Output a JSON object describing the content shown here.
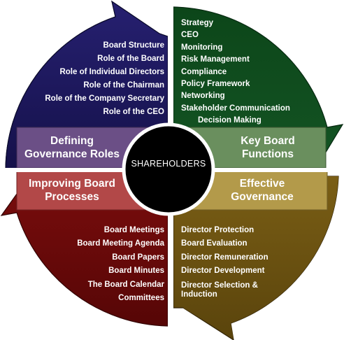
{
  "center": {
    "label": "SHAREHOLDERS"
  },
  "quadrants": {
    "top_left": {
      "band_label_line1": "Defining",
      "band_label_line2": "Governance Roles",
      "items": [
        "Board Structure",
        "Role of the Board",
        "Role of Individual Directors",
        "Role of the Chairman",
        "Role of the Company Secretary",
        "Role of the CEO"
      ],
      "color": "#1f1a5f",
      "band_color": "#6b4f86"
    },
    "top_right": {
      "band_label_line1": "Key Board",
      "band_label_line2": "Functions",
      "items": [
        "Strategy",
        "CEO",
        "Monitoring",
        "Risk Management",
        "Compliance",
        "Policy Framework",
        "Networking",
        "Stakeholder Communication",
        "Decision Making"
      ],
      "color": "#0f4a1f",
      "band_color": "#6a8f5e"
    },
    "bottom_left": {
      "band_label_line1": "Improving Board",
      "band_label_line2": "Processes",
      "items": [
        "Board Meetings",
        "Board Meeting Agenda",
        "Board Papers",
        "Board Minutes",
        "The Board Calendar",
        "Committees"
      ],
      "color": "#6a0a0a",
      "band_color": "#b24848"
    },
    "bottom_right": {
      "band_label_line1": "Effective",
      "band_label_line2": "Governance",
      "items": [
        "Director Protection",
        "Board Evaluation",
        "Director Remuneration",
        "Director Development",
        "Director Selection &",
        "Induction"
      ],
      "color": "#6a5210",
      "band_color": "#b39a4a"
    }
  }
}
